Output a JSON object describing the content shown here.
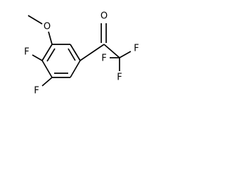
{
  "structure": {
    "atoms": {
      "methoxy_o": "O",
      "carbonyl_o": "O",
      "f_ring_3": "F",
      "f_ring_4": "F",
      "f_cf3_left": "F",
      "f_cf3_right": "F",
      "f_cf3_bottom": "F"
    },
    "colors": {
      "bond": "#000000",
      "label": "#000000",
      "background": "#ffffff"
    }
  }
}
